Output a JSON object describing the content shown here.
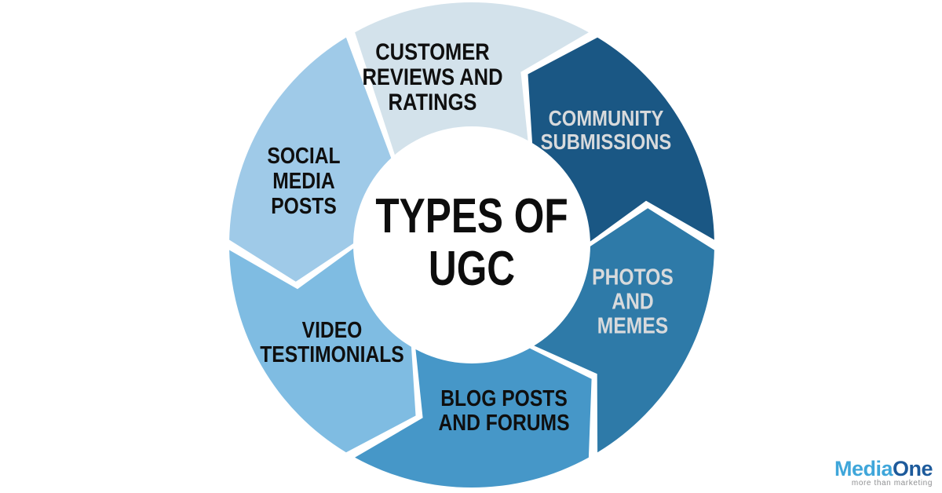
{
  "diagram": {
    "title_lines": [
      "TYPES OF",
      "UGC"
    ],
    "title_color": "#0d0d0d",
    "segments": [
      {
        "id": "customer-reviews-and-ratings",
        "lines": [
          "CUSTOMER",
          "REVIEWS AND",
          "RATINGS"
        ],
        "fill": "#d3e2eb",
        "text_color": "#0f0f0f"
      },
      {
        "id": "community-submissions",
        "lines": [
          "COMMUNITY",
          "SUBMISSIONS"
        ],
        "fill": "#1a5784",
        "text_color": "#d8dadc"
      },
      {
        "id": "photos-and-memes",
        "lines": [
          "PHOTOS",
          "AND",
          "MEMES"
        ],
        "fill": "#2e7aa8",
        "text_color": "#d8dadc"
      },
      {
        "id": "blog-posts-and-forums",
        "lines": [
          "BLOG POSTS",
          "AND FORUMS"
        ],
        "fill": "#4697c8",
        "text_color": "#0f0f0f"
      },
      {
        "id": "video-testimonials",
        "lines": [
          "VIDEO",
          "TESTIMONIALS"
        ],
        "fill": "#7fbce2",
        "text_color": "#0f0f0f"
      },
      {
        "id": "social-media-posts",
        "lines": [
          "SOCIAL",
          "MEDIA",
          "POSTS"
        ],
        "fill": "#9fcae8",
        "text_color": "#0f0f0f"
      }
    ],
    "center_circle_color": "#ffffff",
    "background_color": "#ffffff"
  },
  "logo": {
    "media": "Media",
    "one": "One",
    "tagline": "more than marketing",
    "media_color": "#3fa6da",
    "one_color": "#1d5a9b",
    "tagline_color": "#8f9092"
  }
}
